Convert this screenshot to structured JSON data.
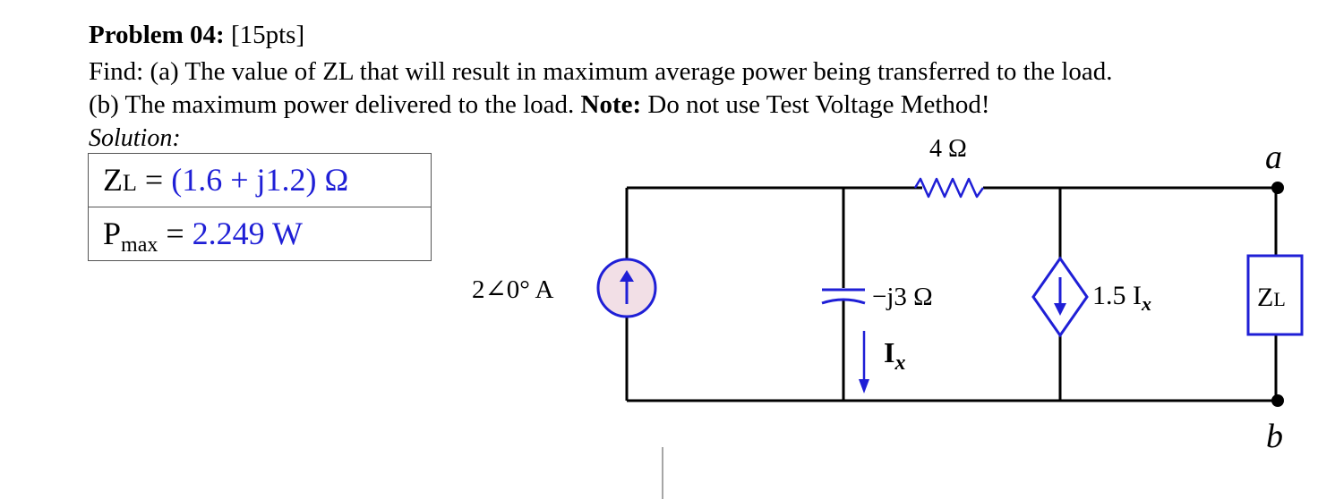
{
  "problem": {
    "title_bold": "Problem 04:",
    "points": "[15pts]",
    "line1": "Find: (a) The value of ZL that will result in maximum average power being transferred to the load.",
    "line2_prefix": "(b) The maximum power delivered to the load.",
    "note_label": "Note:",
    "note_text": "Do not use Test Voltage Method!",
    "solution_label": "Solution:"
  },
  "answers": {
    "zl_label": "Z",
    "zl_sub": "L",
    "zl_eq": " = ",
    "zl_value": "(1.6 + j1.2) Ω",
    "pmax_label": "P",
    "pmax_sub": "max",
    "pmax_eq": " = ",
    "pmax_value": "2.249 W"
  },
  "circuit": {
    "resistor_label": "4 Ω",
    "source_label": "2∠0° A",
    "capacitor_label": "−j3 Ω",
    "current_label": "I",
    "current_sub": "x",
    "dependent_source_label": "1.5 I",
    "dependent_source_sub": "x",
    "load_label": "Z",
    "load_sub": "L",
    "node_a": "a",
    "node_b": "b",
    "colors": {
      "wire": "#000000",
      "accent_blue": "#1f1fd6",
      "source_fill": "#f2dfe6"
    }
  }
}
